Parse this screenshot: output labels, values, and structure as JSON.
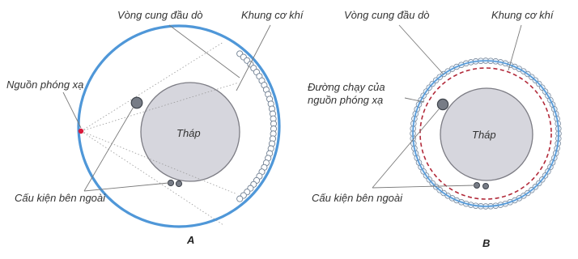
{
  "panels": {
    "A": {
      "panel_label": "A",
      "detector_arc_label": "Vòng cung đầu dò",
      "frame_label": "Khung cơ khí",
      "source_label": "Nguồn phóng xạ",
      "tower_label": "Tháp",
      "external_parts_label": "Cấu kiện bên ngoài"
    },
    "B": {
      "panel_label": "B",
      "detector_ring_label": "Vòng cung đầu dò",
      "frame_label": "Khung cơ khí",
      "source_path_label_line1": "Đường chạy của",
      "source_path_label_line2": "nguồn phóng xạ",
      "tower_label": "Tháp",
      "external_parts_label": "Cấu kiện bên ngoài"
    }
  },
  "colors": {
    "frame": "#4f97d8",
    "tower_fill": "#d6d6dd",
    "tower_stroke": "#7c7c84",
    "detector_fill": "#e6f0fa",
    "detector_stroke": "#6f7f92",
    "source": "#d81b3c",
    "source_path": "#b22a3a",
    "component_fill": "#777c86",
    "component_stroke": "#3e434b"
  }
}
